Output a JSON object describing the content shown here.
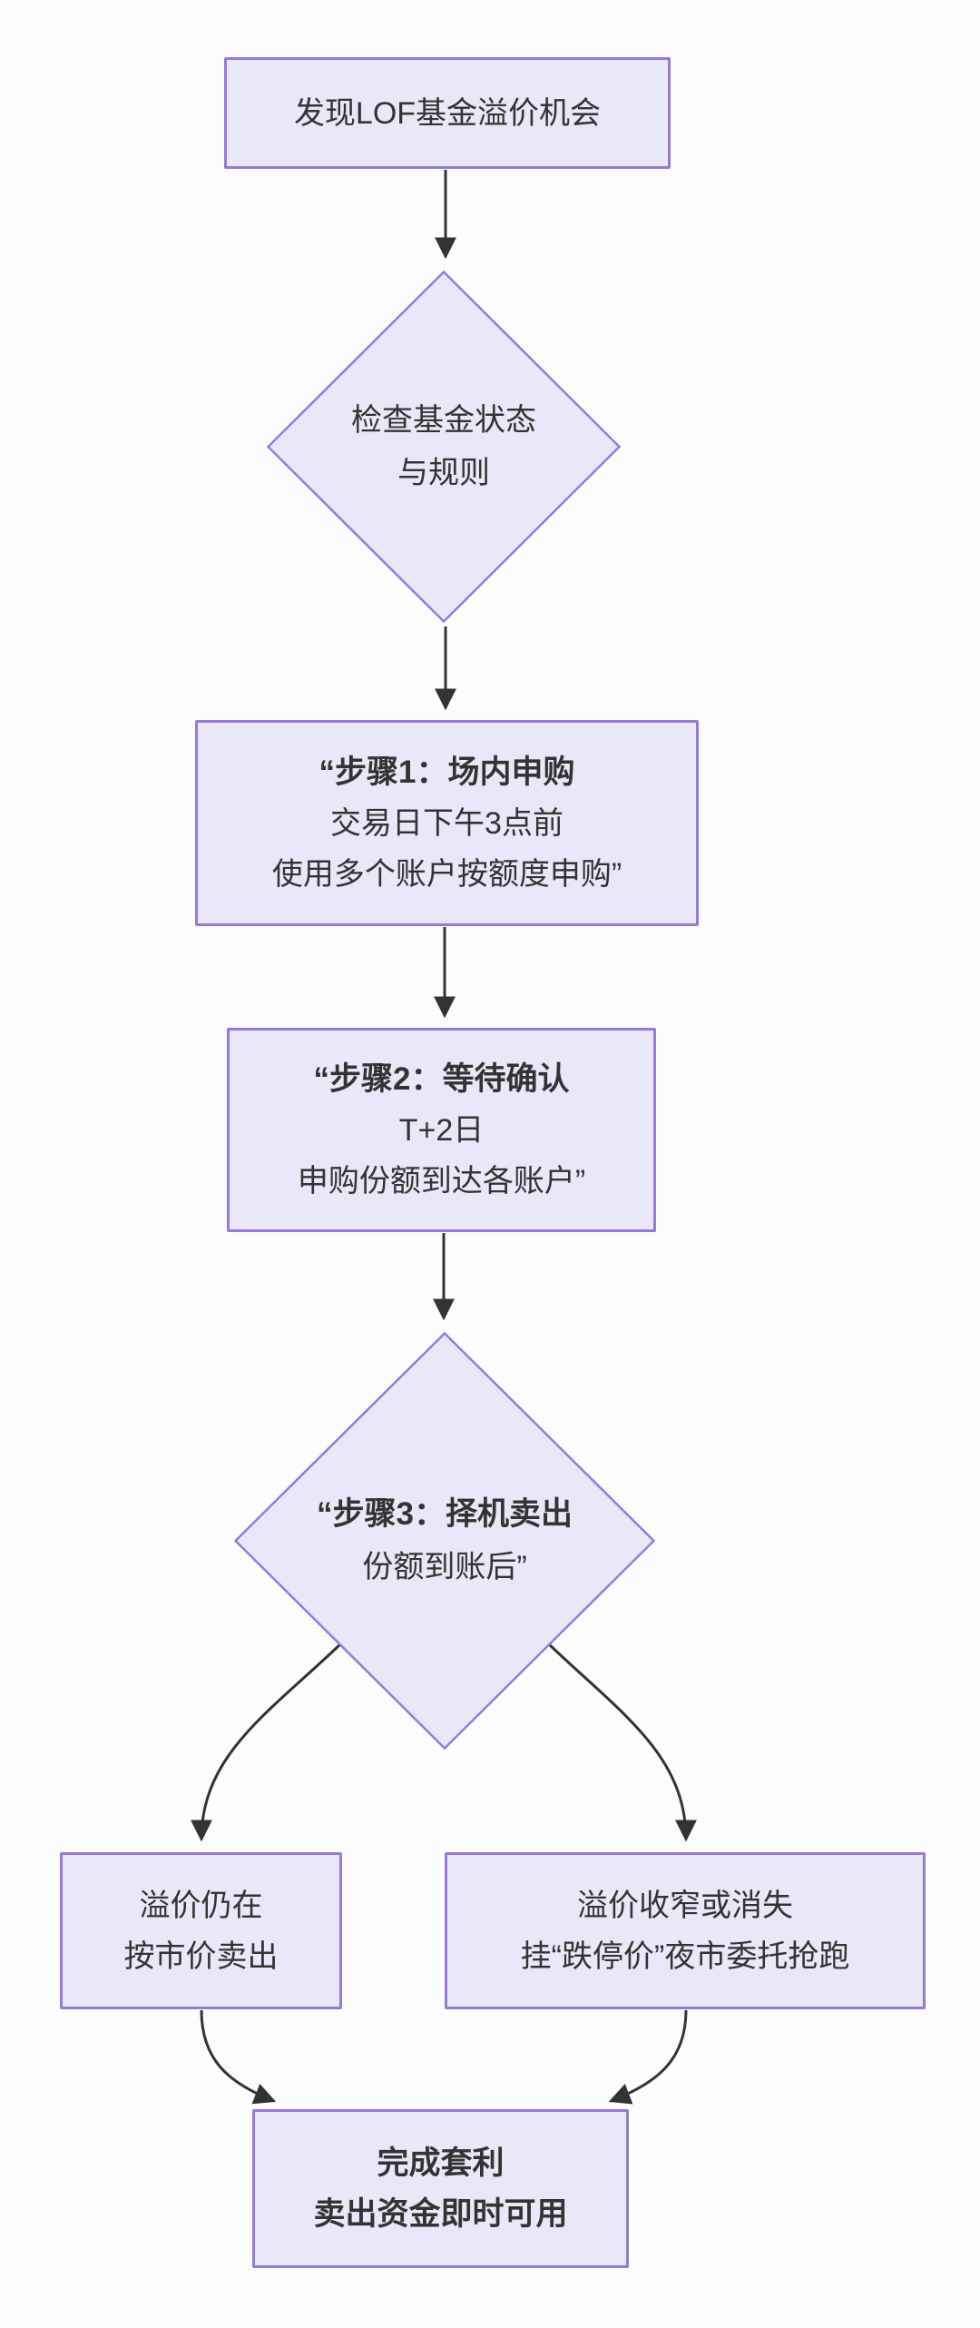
{
  "nodes": {
    "start": {
      "text": "发现LOF基金溢价机会"
    },
    "check_fund": {
      "line1": "检查基金状态",
      "line2": "与规则"
    },
    "step1": {
      "title": "“步骤1：场内申购",
      "line2": "交易日下午3点前",
      "line3": "使用多个账户按额度申购”"
    },
    "step2": {
      "title": "“步骤2：等待确认",
      "line2": "T+2日",
      "line3": "申购份额到达各账户”"
    },
    "step3": {
      "title": "“步骤3：择机卖出",
      "line2": "份额到账后”"
    },
    "premium_holds": {
      "line1": "溢价仍在",
      "line2": "按市价卖出"
    },
    "premium_gone": {
      "line1": "溢价收窄或消失",
      "line2": "挂“跌停价”夜市委托抢跑"
    },
    "complete": {
      "line1": "完成套利",
      "line2": "卖出资金即时可用"
    }
  },
  "colors": {
    "node_fill": "#eae7f8",
    "rect_border": "#9779d8",
    "diamond_border": "#8d7ee2",
    "arrow": "#333333",
    "text": "#333333",
    "background": "#fcfcfc"
  }
}
